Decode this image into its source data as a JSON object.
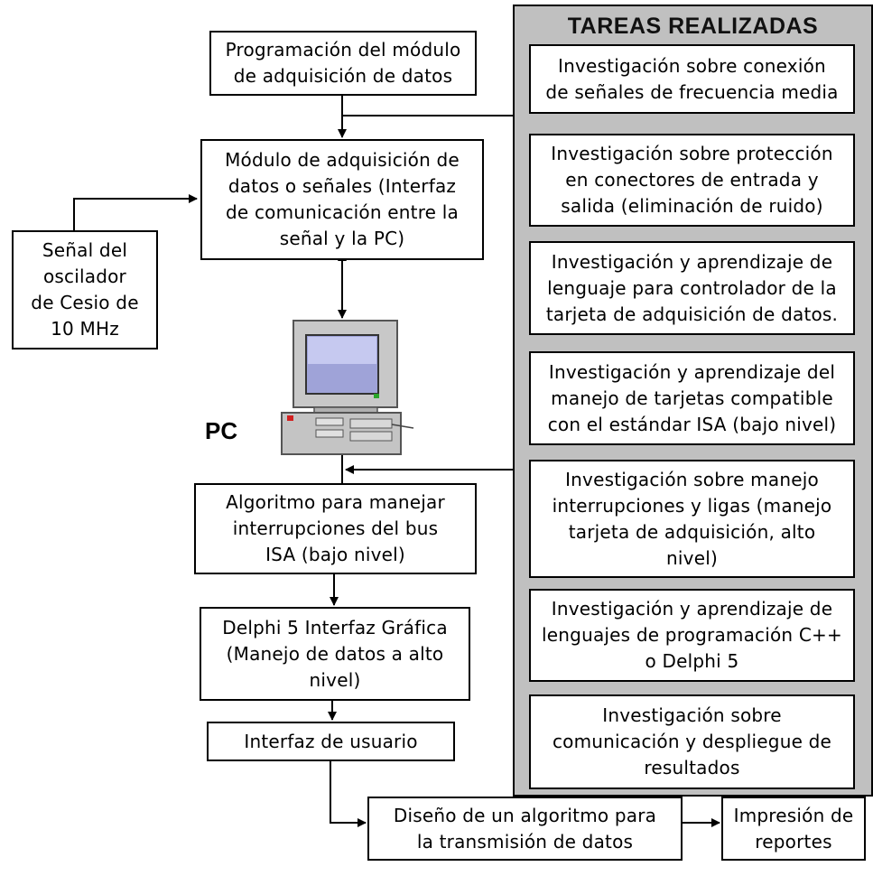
{
  "diagram": {
    "tasks_title": "TAREAS REALIZADAS",
    "tasks": [
      "Investigación sobre conexión\nde señales de frecuencia media",
      "Investigación sobre protección\nen conectores de entrada y\nsalida (eliminación de ruido)",
      "Investigación y aprendizaje de\nlenguaje para controlador de la\ntarjeta de adquisición de datos.",
      "Investigación y aprendizaje del\nmanejo de tarjetas compatible\ncon el estándar ISA (bajo nivel)",
      "Investigación sobre manejo\ninterrupciones y ligas (manejo\ntarjeta de adquisición, alto\nnivel)",
      "Investigación y aprendizaje de\nlenguajes de programación C++\no Delphi 5",
      "Investigación sobre\ncomunicación y despliegue de\nresultados"
    ],
    "programming_box": "Programación del módulo\nde adquisición de datos",
    "module_box": "Módulo de adquisición de\ndatos o señales (Interfaz\nde comunicación entre la\nseñal y la PC)",
    "signal_box": "Señal del\noscilador\nde Cesio de\n10 MHz",
    "pc_label": "PC",
    "algorithm_box": "Algoritmo para manejar\ninterrupciones del bus\nISA (bajo nivel)",
    "delphi_box": "Delphi 5 Interfaz Gráfica\n(Manejo de datos a alto\nnivel)",
    "user_interface_box": "Interfaz de usuario",
    "transmission_box": "Diseño de un algoritmo para\nla transmisión de datos",
    "print_box": "Impresión de\nreportes"
  }
}
